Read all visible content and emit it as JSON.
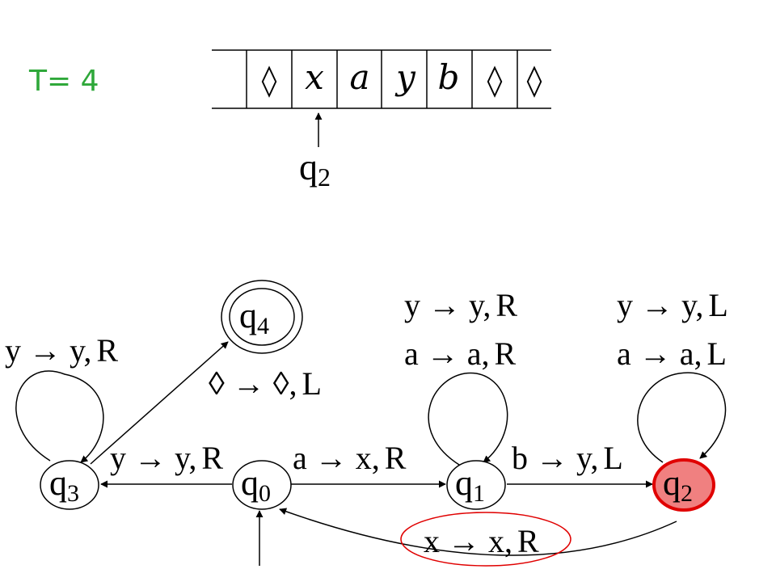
{
  "time_label": "T= 4",
  "tape": {
    "cells": [
      "",
      "◊",
      "x",
      "a",
      "y",
      "b",
      "◊",
      "◊"
    ],
    "head_index": 2,
    "head_state": {
      "letter": "q",
      "sub": "2"
    }
  },
  "states": {
    "q0": {
      "letter": "q",
      "sub": "0"
    },
    "q1": {
      "letter": "q",
      "sub": "1"
    },
    "q2": {
      "letter": "q",
      "sub": "2"
    },
    "q3": {
      "letter": "q",
      "sub": "3"
    },
    "q4": {
      "letter": "q",
      "sub": "4"
    }
  },
  "transitions": {
    "q0_q1": {
      "read": "a",
      "write": "x",
      "dir": "R"
    },
    "q0_q3": {
      "read": "y",
      "write": "y",
      "dir": "R"
    },
    "q1_q2": {
      "read": "b",
      "write": "y",
      "dir": "L"
    },
    "q2_q0": {
      "read": "x",
      "write": "x",
      "dir": "R"
    },
    "q3_q4": {
      "read": "◊",
      "write": "◊",
      "dir": "L"
    },
    "q3_self": {
      "read": "y",
      "write": "y",
      "dir": "R"
    },
    "q1_self_1": {
      "read": "y",
      "write": "y",
      "dir": "R"
    },
    "q1_self_2": {
      "read": "a",
      "write": "a",
      "dir": "R"
    },
    "q2_self_1": {
      "read": "y",
      "write": "y",
      "dir": "L"
    },
    "q2_self_2": {
      "read": "a",
      "write": "a",
      "dir": "L"
    }
  },
  "arrow_symbol": "→",
  "comma": ",",
  "colors": {
    "time": "#2fa83a",
    "current_state_fill": "#f08080",
    "current_state_stroke": "#e00000",
    "highlight_ellipse": "#e00000"
  }
}
